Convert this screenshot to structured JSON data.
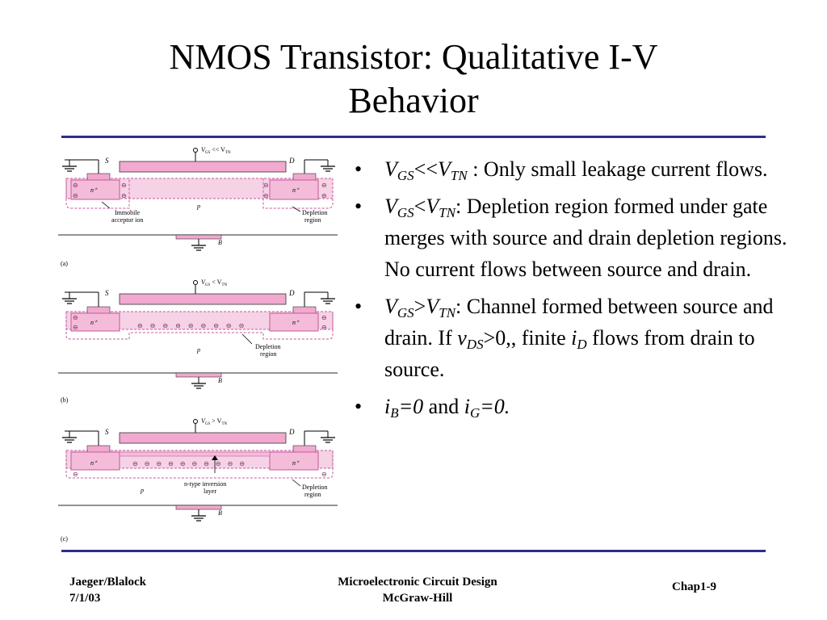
{
  "title_line1": "NMOS Transistor: Qualitative I-V",
  "title_line2": "Behavior",
  "figure": {
    "panels": [
      {
        "gate_label": "V",
        "gate_sub": "GS",
        "gate_rel": " << V",
        "gate_rel_sub": "TN",
        "source": "S",
        "drain": "D",
        "body": "B",
        "substrate": "p",
        "n_plus": "n⁺",
        "ann_left_1": "Immobile",
        "ann_left_2": "acceptor ion",
        "ann_right_1": "Depletion",
        "ann_right_2": "region",
        "tag": "(a)"
      },
      {
        "gate_label": "V",
        "gate_sub": "GS",
        "gate_rel": " < V",
        "gate_rel_sub": "TN",
        "source": "S",
        "drain": "D",
        "body": "B",
        "substrate": "p",
        "n_plus": "n⁺",
        "ann_right_1": "Depletion",
        "ann_right_2": "region",
        "tag": "(b)"
      },
      {
        "gate_label": "V",
        "gate_sub": "GS",
        "gate_rel": " > V",
        "gate_rel_sub": "TN",
        "source": "S",
        "drain": "D",
        "body": "B",
        "substrate": "p",
        "n_plus": "n⁺",
        "ann_mid_1": "n-type inversion",
        "ann_mid_2": "layer",
        "ann_right_1": "Depletion",
        "ann_right_2": "region",
        "tag": "(c)"
      }
    ]
  },
  "bullets": [
    {
      "v1": "V",
      "s1": "GS",
      "op": "<<",
      "v2": "V",
      "s2": "TN",
      "text": " : Only small leakage current flows."
    },
    {
      "v1": "V",
      "s1": "GS",
      "op": "<",
      "v2": "V",
      "s2": "TN",
      "text": ": Depletion region formed under gate merges with source and drain depletion regions. No current flows between source and drain."
    },
    {
      "v1": "V",
      "s1": "GS",
      "op": ">",
      "v2": "V",
      "s2": "TN",
      "text_a": ": Channel formed between source and drain. If ",
      "v3": "v",
      "s3": "DS",
      "text_b": ">0,, finite ",
      "v4": "i",
      "s4": "D",
      "text_c": " flows from drain to source."
    },
    {
      "v1": "i",
      "s1": "B",
      "eq1": "=0",
      "mid": " and ",
      "v2": "i",
      "s2": "G",
      "eq2": "=0."
    }
  ],
  "footer": {
    "left_line1": "Jaeger/Blalock",
    "left_line2": "7/1/03",
    "center_line1": "Microelectronic Circuit Design",
    "center_line2": "McGraw-Hill",
    "right": "Chap1-9"
  }
}
